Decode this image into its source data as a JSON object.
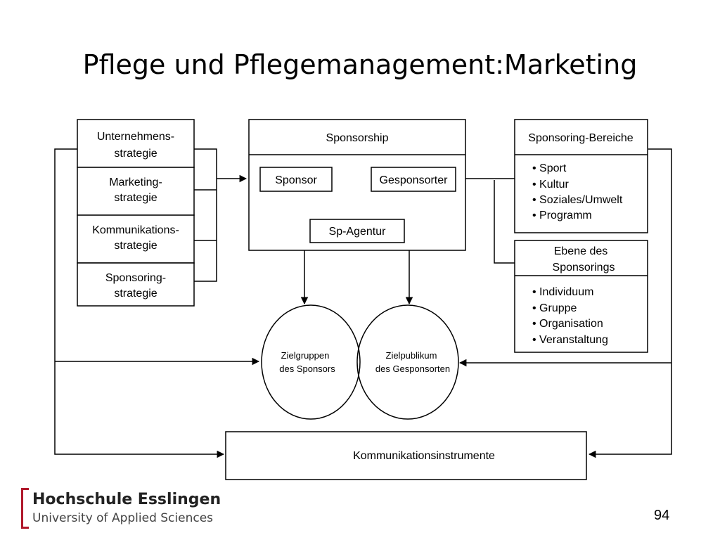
{
  "slide": {
    "title": "Pflege und Pflegemanagement:Marketing",
    "page_number": "94"
  },
  "logo": {
    "name": "Hochschule Esslingen",
    "subtitle": "University of Applied Sciences",
    "accent_color": "#b0182b"
  },
  "strategies": {
    "items": [
      {
        "line1": "Unternehmens-",
        "line2": "strategie"
      },
      {
        "line1": "Marketing-",
        "line2": "strategie"
      },
      {
        "line1": "Kommunikations-",
        "line2": "strategie"
      },
      {
        "line1": "Sponsoring-",
        "line2": "strategie"
      }
    ]
  },
  "sponsorship": {
    "header": "Sponsorship",
    "sponsor": "Sponsor",
    "gesponsorter": "Gesponsorter",
    "agentur": "Sp-Agentur"
  },
  "bereiche": {
    "header": "Sponsoring-Bereiche",
    "items": [
      "• Sport",
      "• Kultur",
      "• Soziales/Umwelt",
      "• Programm"
    ]
  },
  "ebene": {
    "header_line1": "Ebene des",
    "header_line2": "Sponsorings",
    "items": [
      "• Individuum",
      "• Gruppe",
      "• Organisation",
      "• Veranstaltung"
    ]
  },
  "zielgruppen": {
    "line1": "Zielgruppen",
    "line2": "des Sponsors"
  },
  "zielpublikum": {
    "line1": "Zielpublikum",
    "line2": "des Gesponsorten"
  },
  "instrumente": {
    "label": "Kommunikationsinstrumente"
  }
}
